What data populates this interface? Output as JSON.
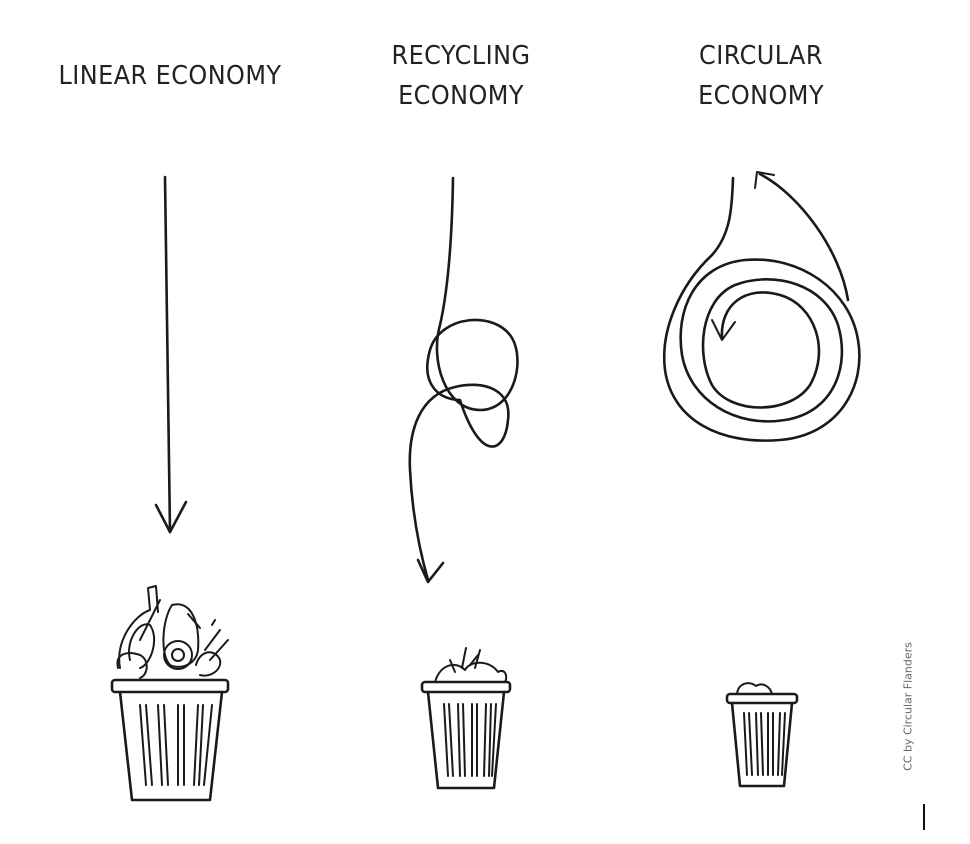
{
  "titles": {
    "linear": "LINEAR ECONOMY",
    "recycling": "RECYCLING\nECONOMY",
    "circular": "CIRCULAR\nECONOMY"
  },
  "credit": "CC by Circular Flanders",
  "colors": {
    "ink": "#1a1a1a",
    "background": "#ffffff"
  },
  "icons": [
    "full-trash-bin-icon",
    "half-full-trash-bin-icon",
    "almost-empty-trash-bin-icon"
  ]
}
